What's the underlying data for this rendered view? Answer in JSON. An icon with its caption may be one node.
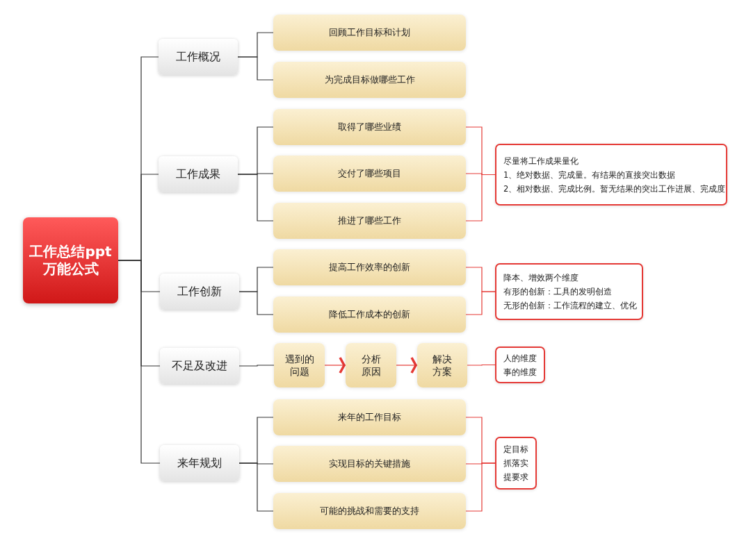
{
  "diagram": {
    "nodes": [
      {
        "text": [
          "工作总结ppt万能公式"
        ]
      },
      {
        "text": [
          "工作概况"
        ]
      },
      {
        "text": [
          "回顾工作目标和计划"
        ]
      },
      {
        "text": [
          "为完成目标做哪些工作"
        ]
      },
      {
        "text": [
          "工作成果"
        ]
      },
      {
        "text": [
          "取得了哪些业绩"
        ]
      },
      {
        "text": [
          "交付了哪些项目"
        ]
      },
      {
        "text": [
          "推进了哪些工作"
        ]
      },
      {
        "text": [
          "尽量将工作成果量化",
          "1、绝对数据、完成量。有结果的直接突出数据",
          "2、相对数据、完成比例。暂无结果的突出工作进展、完成度"
        ]
      },
      {
        "text": [
          "工作创新"
        ]
      },
      {
        "text": [
          "提高工作效率的创新"
        ]
      },
      {
        "text": [
          "降低工作成本的创新"
        ]
      },
      {
        "text": [
          "降本、增效两个维度",
          "有形的创新：工具的发明创造",
          "无形的创新：工作流程的建立、优化"
        ]
      },
      {
        "text": [
          "不足及改进"
        ]
      },
      {
        "text": [
          "遇到的问题"
        ]
      },
      {
        "text": [
          "分析原因"
        ]
      },
      {
        "text": [
          "解决方案"
        ]
      },
      {
        "text": [
          "人的维度",
          "事的维度"
        ]
      },
      {
        "text": [
          "来年规划"
        ]
      },
      {
        "text": [
          "来年的工作目标"
        ]
      },
      {
        "text": [
          "实现目标的关键措施"
        ]
      },
      {
        "text": [
          "可能的挑战和需要的支持"
        ]
      },
      {
        "text": [
          "定目标",
          "抓落实",
          "提要求"
        ]
      }
    ],
    "edges": [
      {
        "from": 0,
        "to": 1,
        "arrow": "none"
      },
      {
        "from": 0,
        "to": 4,
        "arrow": "none"
      },
      {
        "from": 0,
        "to": 9,
        "arrow": "none"
      },
      {
        "from": 0,
        "to": 13,
        "arrow": "none"
      },
      {
        "from": 0,
        "to": 18,
        "arrow": "none"
      },
      {
        "from": 1,
        "to": 2,
        "arrow": "none"
      },
      {
        "from": 1,
        "to": 3,
        "arrow": "none"
      },
      {
        "from": 4,
        "to": 5,
        "arrow": "none"
      },
      {
        "from": 4,
        "to": 6,
        "arrow": "none"
      },
      {
        "from": 4,
        "to": 7,
        "arrow": "none"
      },
      {
        "from": 5,
        "to": 8,
        "arrow": "none",
        "color": "#e53935"
      },
      {
        "from": 6,
        "to": 8,
        "arrow": "none",
        "color": "#e53935"
      },
      {
        "from": 7,
        "to": 8,
        "arrow": "none",
        "color": "#e53935"
      },
      {
        "from": 9,
        "to": 10,
        "arrow": "none"
      },
      {
        "from": 9,
        "to": 11,
        "arrow": "none"
      },
      {
        "from": 10,
        "to": 12,
        "arrow": "none",
        "color": "#e53935"
      },
      {
        "from": 11,
        "to": 12,
        "arrow": "none",
        "color": "#e53935"
      },
      {
        "from": 13,
        "to": 14,
        "arrow": "none"
      },
      {
        "from": 14,
        "to": 15,
        "arrow": "to",
        "color": "#e53935"
      },
      {
        "from": 15,
        "to": 16,
        "arrow": "to",
        "color": "#e53935"
      },
      {
        "from": 16,
        "to": 17,
        "arrow": "none",
        "color": "#e53935"
      },
      {
        "from": 18,
        "to": 19,
        "arrow": "none"
      },
      {
        "from": 18,
        "to": 20,
        "arrow": "none"
      },
      {
        "from": 18,
        "to": 21,
        "arrow": "none"
      },
      {
        "from": 19,
        "to": 22,
        "arrow": "none",
        "color": "#e53935"
      },
      {
        "from": 20,
        "to": 22,
        "arrow": "none",
        "color": "#e53935"
      },
      {
        "from": 21,
        "to": 22,
        "arrow": "none",
        "color": "#e53935"
      }
    ]
  }
}
